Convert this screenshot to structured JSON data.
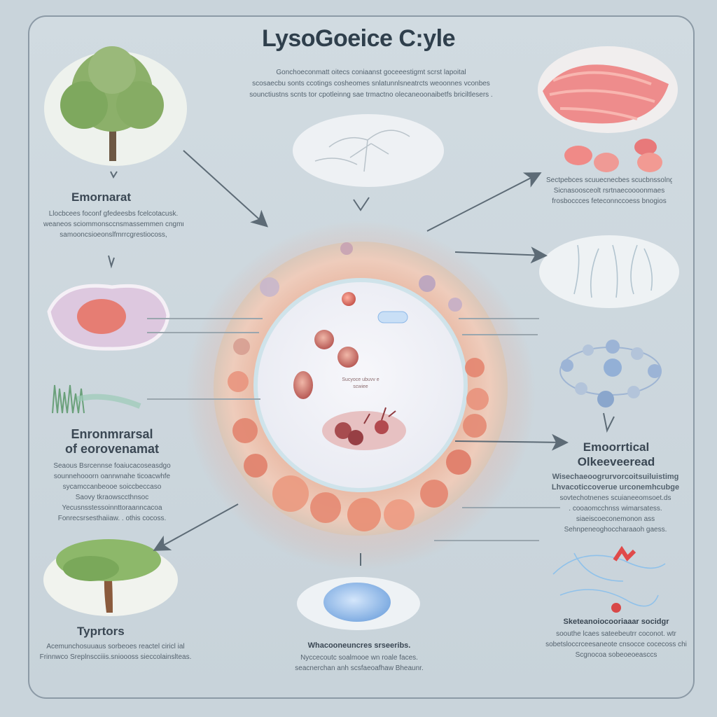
{
  "title": "LysoGoeice C:yle",
  "intro": {
    "lines": [
      "Gonchoeconmatt oitecs coniaanst goceeestigmt scrst lapoital",
      "scosaecbu sonts ccotings cosheomes snlatunnlsneatrcts weoonnes vconbes",
      "sounctiustns scnts tor cpotleinng sae trmactno olecaneoonaibetfs briciltlesers ."
    ]
  },
  "sections": {
    "left_top": {
      "heading": "Emornarat",
      "lines": [
        "Llocbcees foconf gfedeesbs fcelcotacusk.",
        "weaneos sciommonsccnsmassemmen cngmnsiadg",
        "samooncsioeonslfmrrcgrestiocoss,"
      ]
    },
    "left_mid": {
      "heading_lines": [
        "Enronmrarsal",
        "of eorovenamat"
      ],
      "lines": [
        "Seaous Bsrcennse foaiucacoseasdgo",
        "sounnehooorn oanrwnahe ticoacwhfe",
        "sycamccanbeooe soiccbeccaso",
        "Saovy tkraowsccthnsoc",
        "Yecusnsstessoinnttoraanncacoa",
        "Fonrecsrsesthaiiaw. . othis cocoss."
      ]
    },
    "left_bottom": {
      "heading": "Typrtors",
      "lines": [
        "Acemunchosuuaus sorbeoes reactel ciricl ial",
        "Frinnwco Sreplnscciiis.snioooss sieccolainslteas."
      ]
    },
    "bottom_center": {
      "heading": "Whacooneuncres srseeribs.",
      "lines": [
        "Nyccecoutc soalmooe wn roale faces.",
        "seacnerchan anh scsfaeoafhaw Bheaunr."
      ]
    },
    "right_top": {
      "lines": [
        "Sectpebces scuuecnecbes scucbnssolng",
        "Sicnasoosceolt rsrtnaecoooonmaes",
        "frosboccces feteconnccoess bnogios"
      ]
    },
    "right_mid": {
      "heading_lines": [
        "Emoorrtical",
        "Olkeeveeread"
      ],
      "lines": [
        "Wisechaeoogrurvorcoitsuiluistimg",
        "Lhvacoticcoverue urconemhcubge",
        "sovtechotnenes scuianeeomsoet.ds",
        ". cooaomcchnss wimarsatess.",
        "siaeiscoeconemonon ass",
        "Sehnpeneoghoccharaaoh gaess."
      ]
    },
    "right_bottom": {
      "heading": "Sketeanoiocooriaaar socidgr",
      "lines": [
        "soouthe lcaes sateebeutrr coconot. wtr",
        "sobetsloccrceesaneote cnsocce cocecoss chi",
        "Scgnocoa sobeoeoeasccs"
      ]
    }
  },
  "center": {
    "badge": "",
    "caption_lines": [
      "Sucyoce ubuvv e",
      "scwiee"
    ]
  },
  "colors": {
    "background": "#c9d4db",
    "tree_green": "#7ea85e",
    "tissue_pink": "#e8808a",
    "cell_red": "#b9545a",
    "ring_peach": "#e9a07f",
    "blue_accent": "#8db8e8",
    "arrow": "#5d6b76"
  },
  "icons": [
    "tree-icon",
    "second-tree-icon",
    "muscle-tissue-icon",
    "tissue-fragments-icon",
    "cell-nucleus-icon",
    "grass-icon",
    "nerve-network-icon",
    "root-fibers-icon",
    "molecule-chain-icon",
    "blue-network-icon",
    "blue-cell-icon"
  ]
}
